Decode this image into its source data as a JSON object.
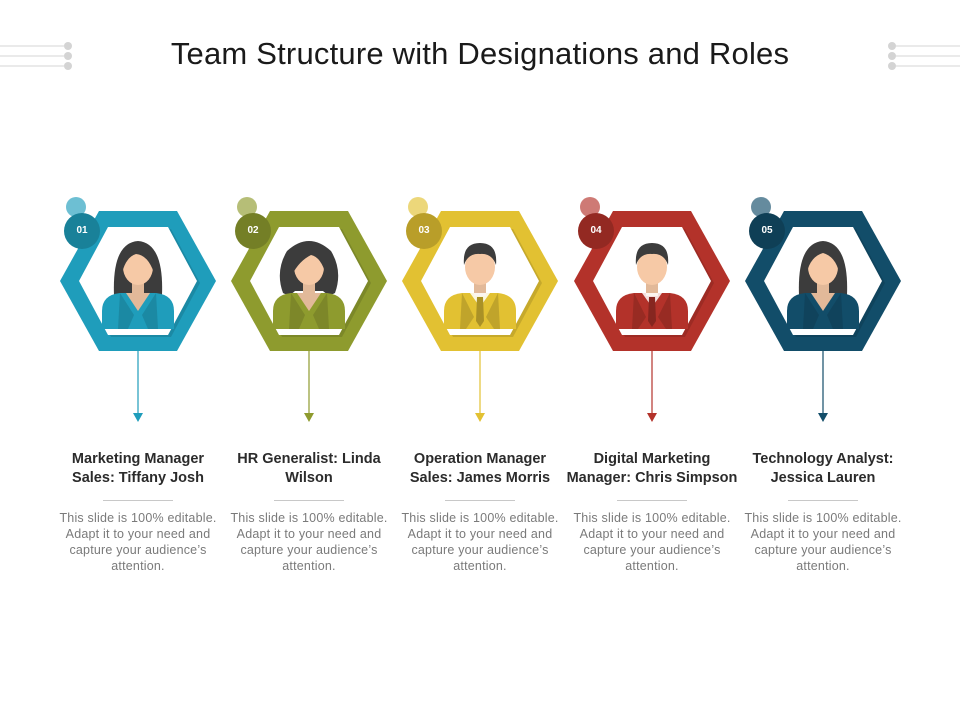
{
  "title": "Team Structure with Designations and Roles",
  "members": [
    {
      "number": "01",
      "role": "Marketing Manager Sales: Tiffany Josh",
      "description": "This slide is 100% editable. Adapt it to your need and capture your audience’s attention.",
      "color": "#1f9dbb",
      "avatar": "female-short-hair-icon"
    },
    {
      "number": "02",
      "role": "HR Generalist: Linda Wilson",
      "description": "This slide is 100% editable. Adapt it to your need and capture your audience’s attention.",
      "color": "#8e9b2e",
      "avatar": "female-curly-hair-icon"
    },
    {
      "number": "03",
      "role": "Operation Manager Sales: James Morris",
      "description": "This slide is 100% editable. Adapt it to your need and capture your audience’s attention.",
      "color": "#e2c132",
      "avatar": "male-avatar-icon"
    },
    {
      "number": "04",
      "role": "Digital Marketing Manager: Chris Simpson",
      "description": "This slide is 100% editable. Adapt it to your need and capture your audience’s attention.",
      "color": "#b3322a",
      "avatar": "male-avatar-icon"
    },
    {
      "number": "05",
      "role": "Technology Analyst: Jessica Lauren",
      "description": "This slide is 100% editable. Adapt it to your need and capture your audience’s attention.",
      "color": "#124d69",
      "avatar": "female-bob-hair-icon"
    }
  ]
}
